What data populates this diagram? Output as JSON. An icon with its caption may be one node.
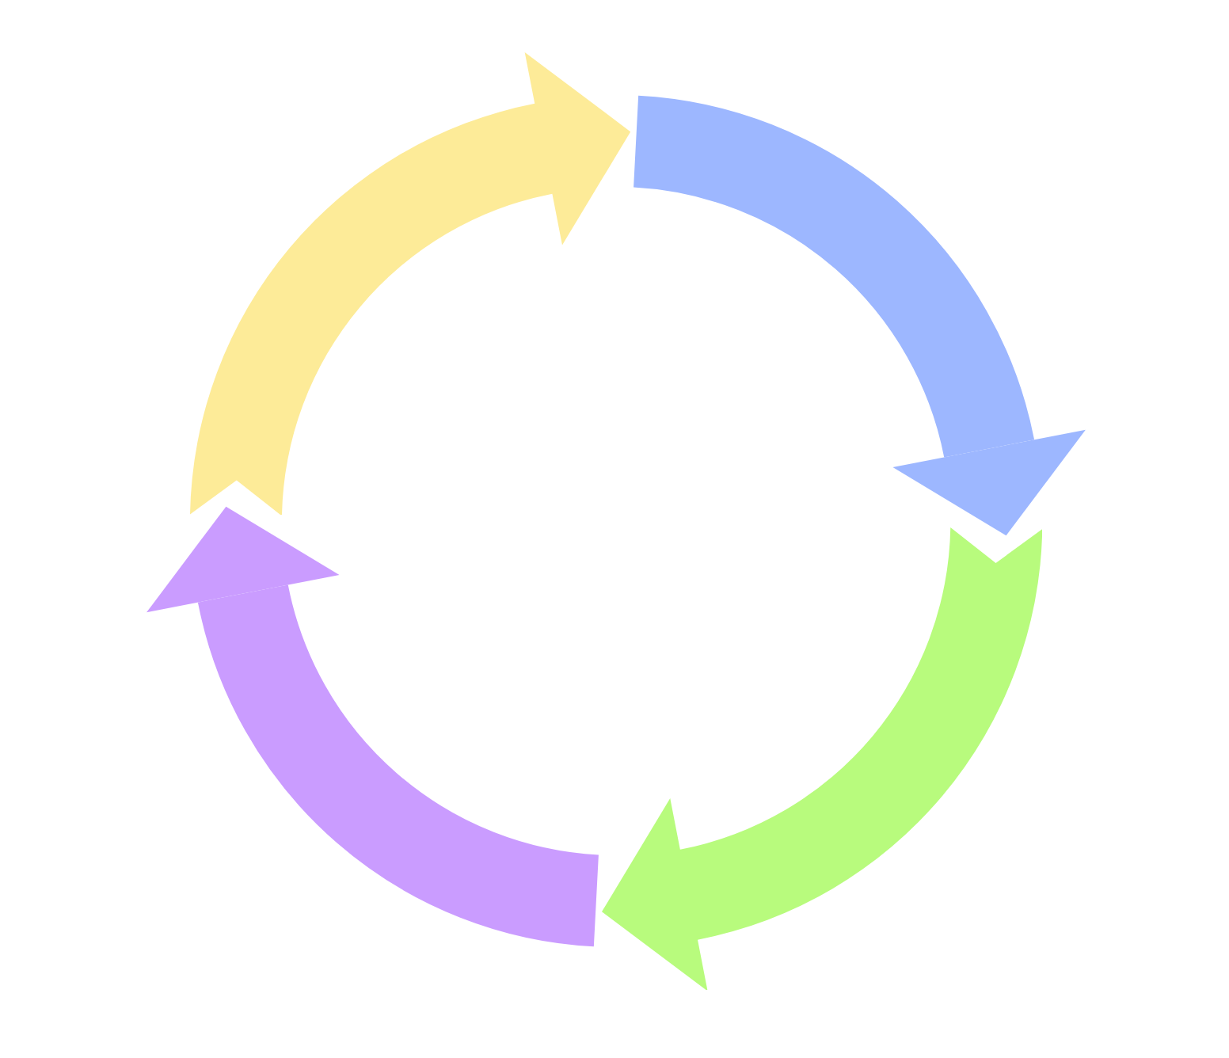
{
  "diagram": {
    "nodes": [
      {
        "text": [],
        "shape": "arrow"
      },
      {
        "text": [],
        "shape": "arrow"
      }
    ],
    "edges": [
      {
        "from": 0,
        "to": 1,
        "arrow": "to",
        "color": "#9db7ff"
      },
      {
        "from": 1,
        "to": 0,
        "arrow": "to",
        "color": "#ca9cff"
      }
    ]
  }
}
